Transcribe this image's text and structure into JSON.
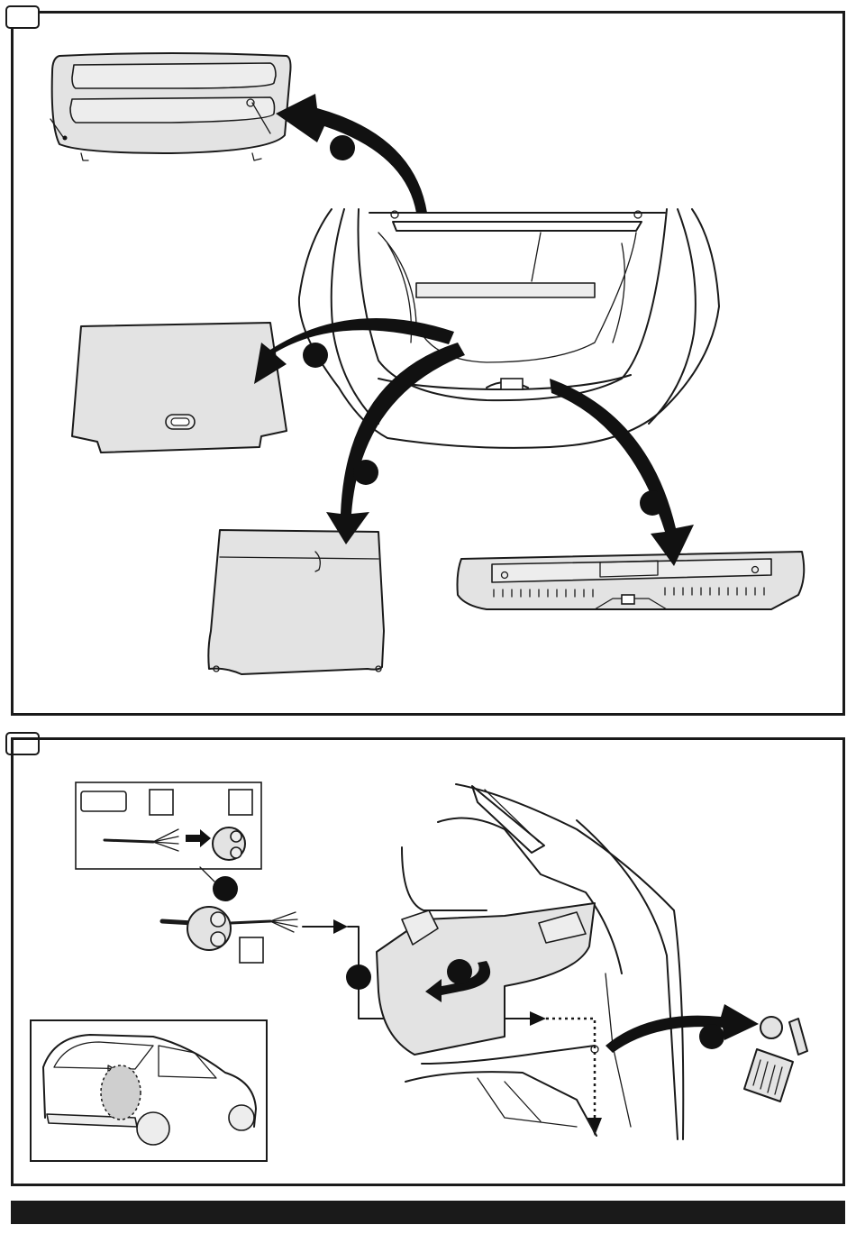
{
  "steps": [
    {
      "id": "step-1",
      "description_icons": [
        "parcel-shelf-icon",
        "luggage-floor-board-icon",
        "boot-floor-cover-icon",
        "rear-sill-trim-icon"
      ],
      "callout_count": 4
    },
    {
      "id": "step-2",
      "description_icons": [
        "wiring-harness-icon",
        "rubber-grommet-icon",
        "side-trim-panel-icon",
        "plug-removal-icon",
        "trash-bin-icon",
        "vehicle-rear-view-icon"
      ],
      "callout_count": 4
    }
  ],
  "colors": {
    "line": "#1a1a1a",
    "part_fill": "#e3e3e3",
    "background": "#ffffff",
    "footer": "#1a1a1a"
  }
}
